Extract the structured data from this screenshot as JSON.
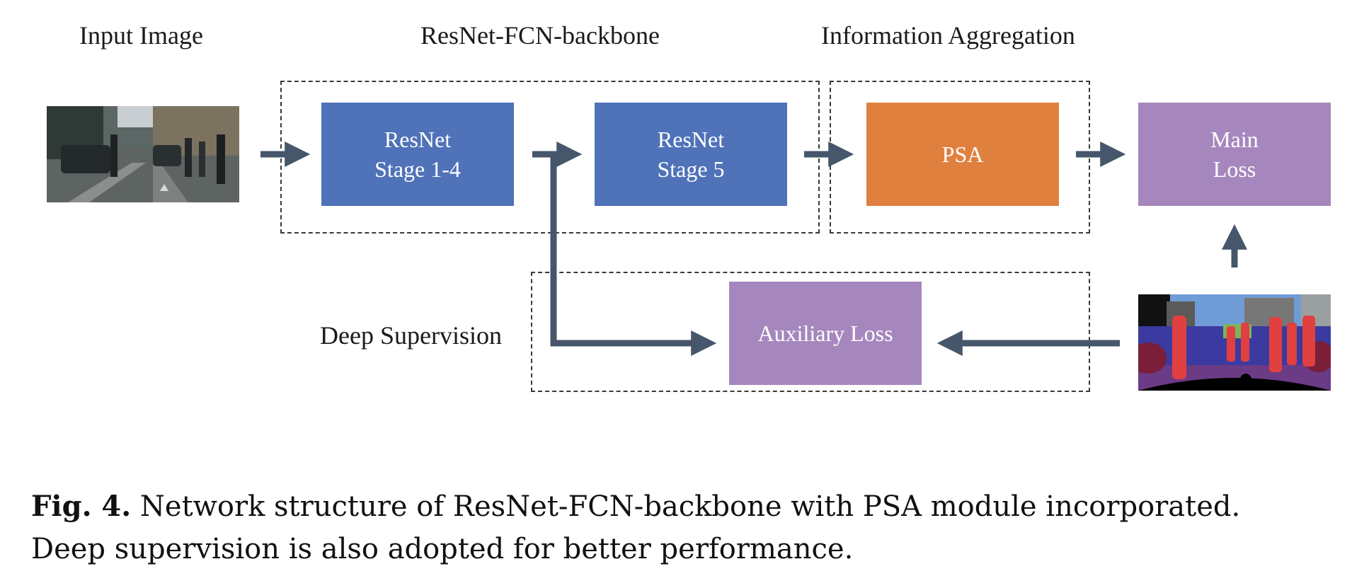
{
  "headers": {
    "input": "Input Image",
    "backbone": "ResNet-FCN-backbone",
    "aggregation": "Information Aggregation"
  },
  "side_label": "Deep Supervision",
  "boxes": {
    "stage14": {
      "line1": "ResNet",
      "line2": "Stage 1-4"
    },
    "stage5": {
      "line1": "ResNet",
      "line2": "Stage 5"
    },
    "psa": "PSA",
    "main_loss": {
      "line1": "Main",
      "line2": "Loss"
    },
    "aux_loss": "Auxiliary Loss"
  },
  "caption": {
    "prefix": "Fig. 4.",
    "text": "Network structure of ResNet-FCN-backbone with PSA module incorporated.",
    "text2": "Deep supervision is also adopted for better performance."
  },
  "colors": {
    "resnet": "#4f72b8",
    "psa": "#e0803e",
    "loss": "#a687bd",
    "arrow": "#46566b"
  }
}
